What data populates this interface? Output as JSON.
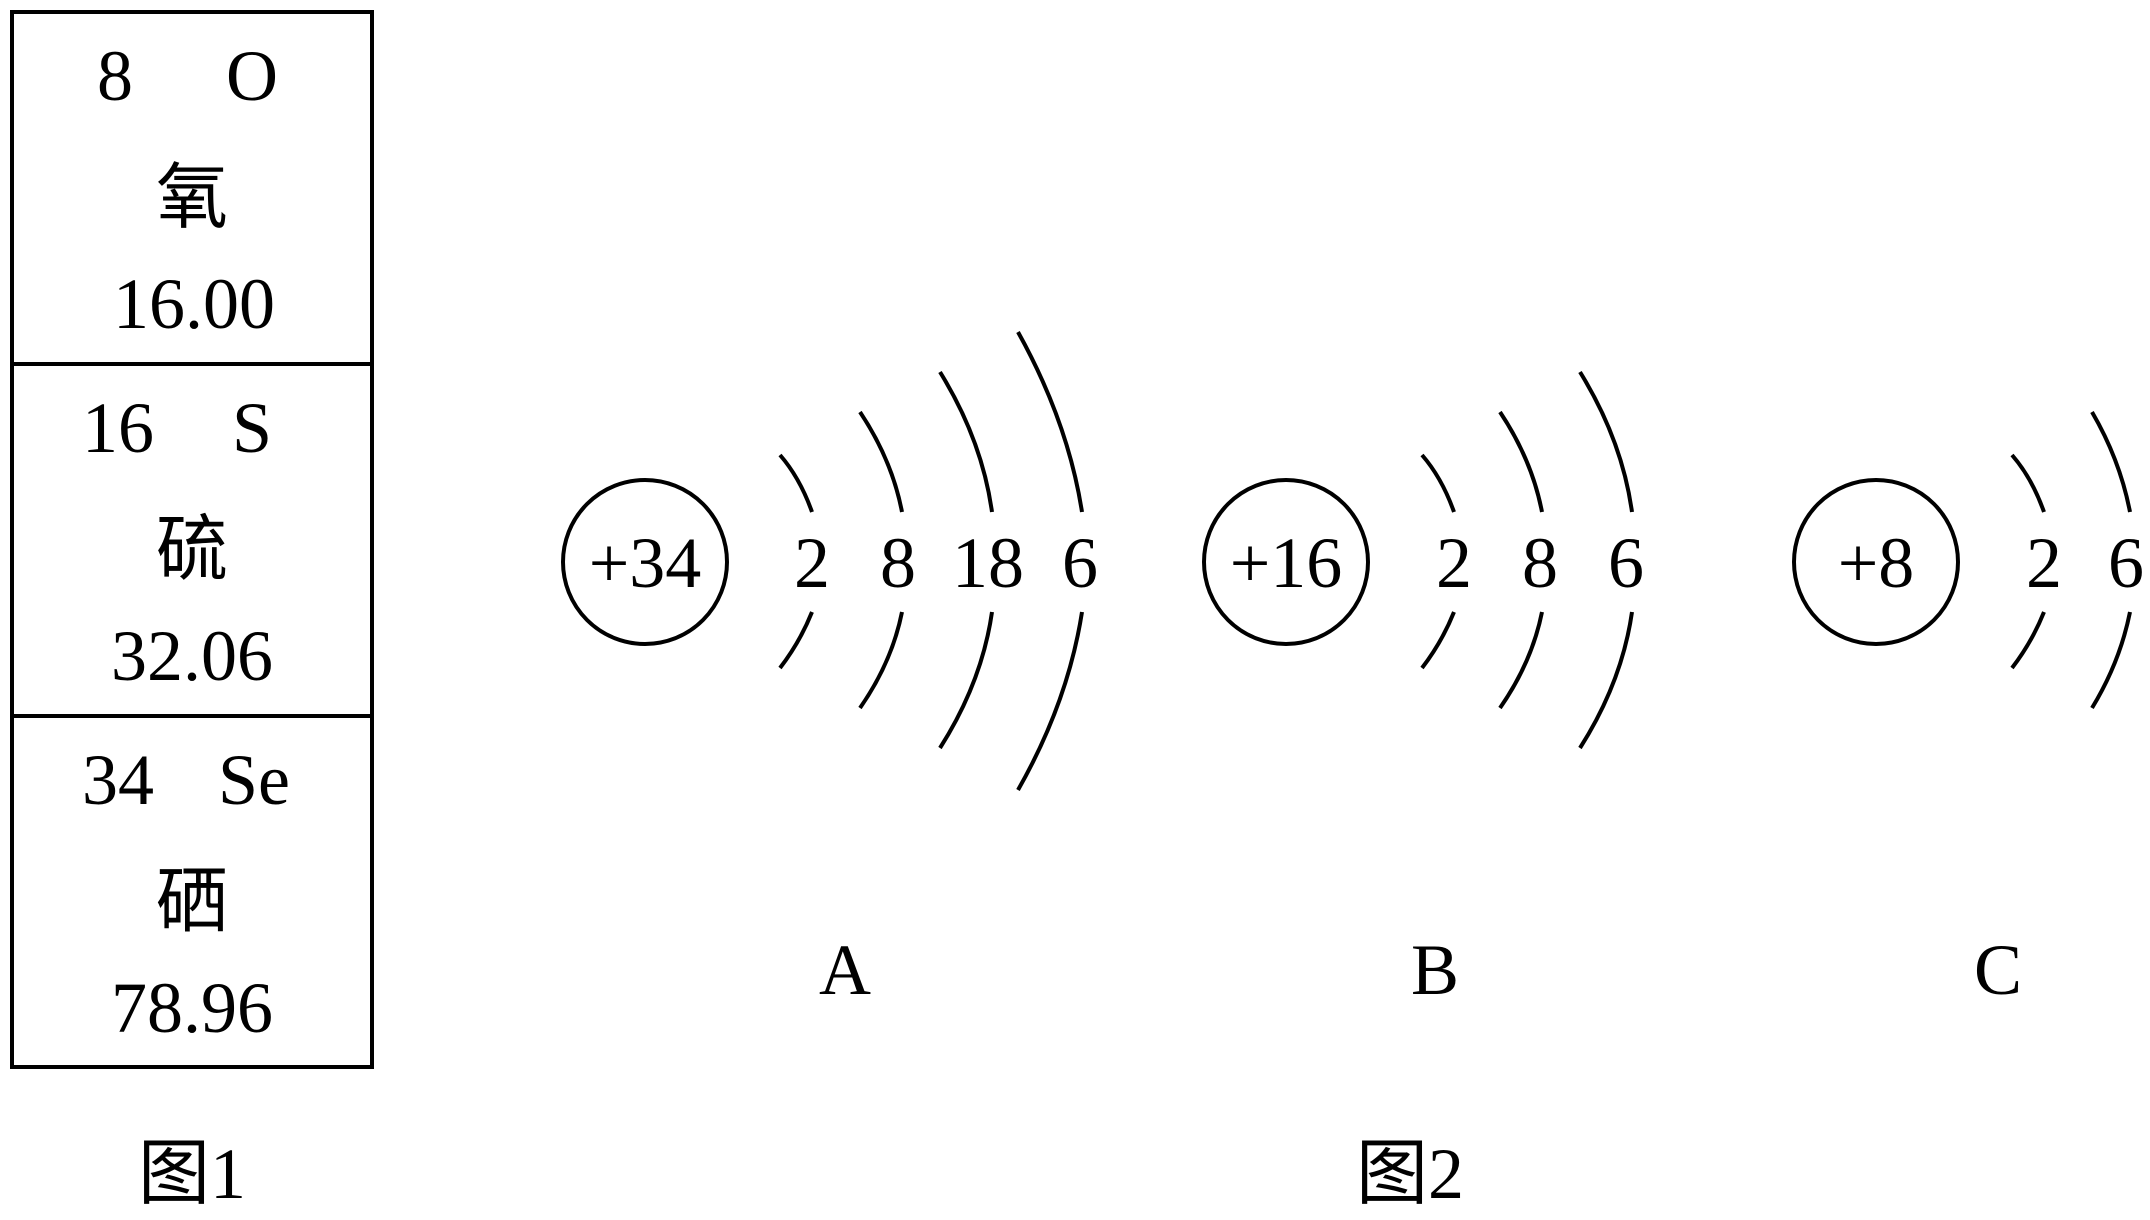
{
  "figure1": {
    "caption": "图1",
    "elements": [
      {
        "number": "8",
        "symbol": "O",
        "name": "氧",
        "mass": "16.00"
      },
      {
        "number": "16",
        "symbol": "S",
        "name": "硫",
        "mass": "32.06"
      },
      {
        "number": "34",
        "symbol": "Se",
        "name": "硒",
        "mass": "78.96"
      }
    ]
  },
  "figure2": {
    "caption": "图2",
    "atoms": [
      {
        "label": "A",
        "nucleus": "+34",
        "shells": [
          "2",
          "8",
          "18",
          "6"
        ]
      },
      {
        "label": "B",
        "nucleus": "+16",
        "shells": [
          "2",
          "8",
          "6"
        ]
      },
      {
        "label": "C",
        "nucleus": "+8",
        "shells": [
          "2",
          "6"
        ]
      }
    ]
  }
}
